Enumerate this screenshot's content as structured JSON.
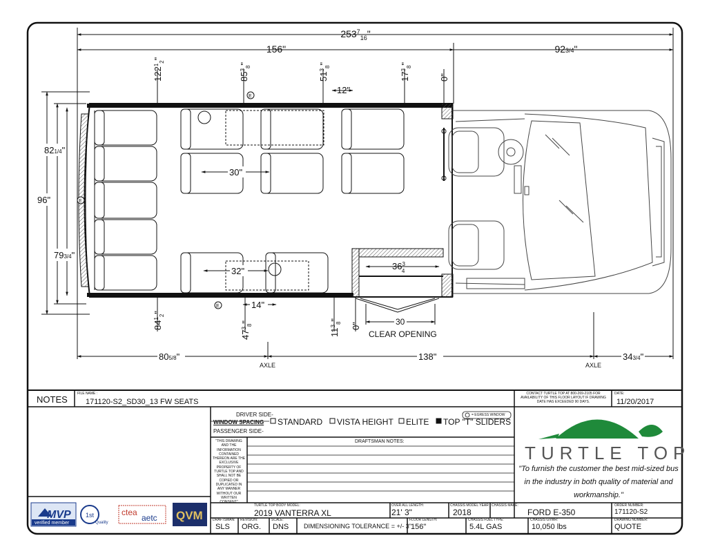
{
  "dimensions": {
    "overall_length": "253",
    "overall_length_frac_num": "7",
    "overall_length_frac_den": "16",
    "body_length": "156\"",
    "front_section": "92",
    "front_section_frac": "3/4",
    "top_offsets": [
      {
        "whole": "122",
        "num": "1",
        "den": "2"
      },
      {
        "whole": "85",
        "num": "3",
        "den": "8"
      },
      {
        "whole": "51",
        "num": "3",
        "den": "8"
      },
      {
        "whole": "17",
        "num": "3",
        "den": "8"
      }
    ],
    "zero_top": "0\"",
    "seat_gap_top": "12\"",
    "overall_width": "96\"",
    "width_upper": "82",
    "width_upper_frac": "1/4",
    "width_lower": "79",
    "width_lower_frac": "3/4",
    "aisle_30": "30\"",
    "aisle_32": "32\"",
    "seat_gap_bottom": "14\"",
    "door_width_whole": "36",
    "door_width_num": "3",
    "door_width_den": "4",
    "clear_opening_value": "30",
    "clear_opening_label": "CLEAR OPENING",
    "bottom_offsets": [
      {
        "whole": "84",
        "num": "1",
        "den": "2"
      },
      {
        "whole": "47",
        "num": "3",
        "den": "8"
      },
      {
        "whole": "11",
        "num": "3",
        "den": "8"
      }
    ],
    "zero_bottom": "0\"",
    "rear_to_axle": "80",
    "rear_to_axle_frac": "5/8",
    "wheelbase": "138\"",
    "front_overhang": "34",
    "front_overhang_frac": "3/4",
    "axle_label": "AXLE",
    "egress_marker": "E"
  },
  "title_block": {
    "notes_label": "NOTES",
    "file_name_label": "FILE NAME :",
    "file_name": "171120-S2_SD30_13 FW SEATS",
    "contact_text": "CONTACT TURTLE TOP AT 800-269-2105 FOR AVAILABILITY OF THIS FLOOR LAYOUT IF DRAWING DATE HAS EXCEEDED 90 DAYS.",
    "date_label": "DATE:",
    "date": "11/20/2017",
    "driver_side": "DRIVER SIDE-",
    "window_spacing": "WINDOW SPACING",
    "passenger_side": "PASSENGER SIDE-",
    "egress_window_legend": "= EGRESS WINDOW",
    "window_options": [
      {
        "label": "STANDARD",
        "checked": false
      },
      {
        "label": "VISTA HEIGHT",
        "checked": false
      },
      {
        "label": "ELITE",
        "checked": false
      },
      {
        "label": "TOP \"T\" SLIDERS",
        "checked": true
      }
    ],
    "disclaimer": "\"THIS DRAWING AND THE INFORMATION CONTAINED THEREON ARE THE EXCLUSIVE PROPERTY OF TURTLE TOP AND SHALL NOT BE COPIED OR DUPLICATED IN ANY MANNER WITHOUT OUR WRITTEN CONSENT\"",
    "draftsman_notes_label": "DRAFTSMAN NOTES:",
    "brand_name": "TURTLE TOP",
    "brand_slogan": "\"To furnish the customer the best mid-sized bus in the industry in both quality of material and workmanship.\"",
    "brand_color": "#1f8a3a",
    "body_model_label": "TURTLE TOP BODY MODEL:",
    "body_model": "2019 VANTERRA XL",
    "overall_length_label": "OVER ALL LENGTH:",
    "overall_length": "21' 3\"",
    "chassis_year_label": "CHASSIS MODEL YEAR",
    "chassis_year": "2018",
    "chassis_make_label": "CHASSIS MAKE:",
    "chassis_make": "FORD E-350",
    "drawing_number_label": "ORDER NUMBER:",
    "drawing_number": "171120-S2",
    "draftsman_label": "DRAFTSMAN:",
    "draftsman": "SLS",
    "revision_label": "REVISION:",
    "revision": "ORG.",
    "scale_label": "SCALE:",
    "scale": "DNS",
    "tolerance": "DIMENSIONING TOLERANCE = +/- 3\"",
    "floor_length_label": "FLOOR LENGTH:",
    "floor_length": "156\"",
    "fuel_type_label": "CHASSIS FUEL TYPE:",
    "fuel_type": "5.4L GAS",
    "gvwr_label": "CHASSIS GVWR:",
    "gvwr": "10,050 lbs",
    "drawing_type_label": "DRAWING NUMBER:",
    "drawing_type": "QUOTE"
  },
  "logos": {
    "mvp": "MVP",
    "mvp_sub": "verified member",
    "quality_first": "1st",
    "quality_word": "Quality",
    "qvm": "QVM",
    "ctea": "ctea",
    "aetc": "aetc",
    "mvp_color": "#1a3b8c",
    "qvm_color": "#1c2f6b"
  }
}
